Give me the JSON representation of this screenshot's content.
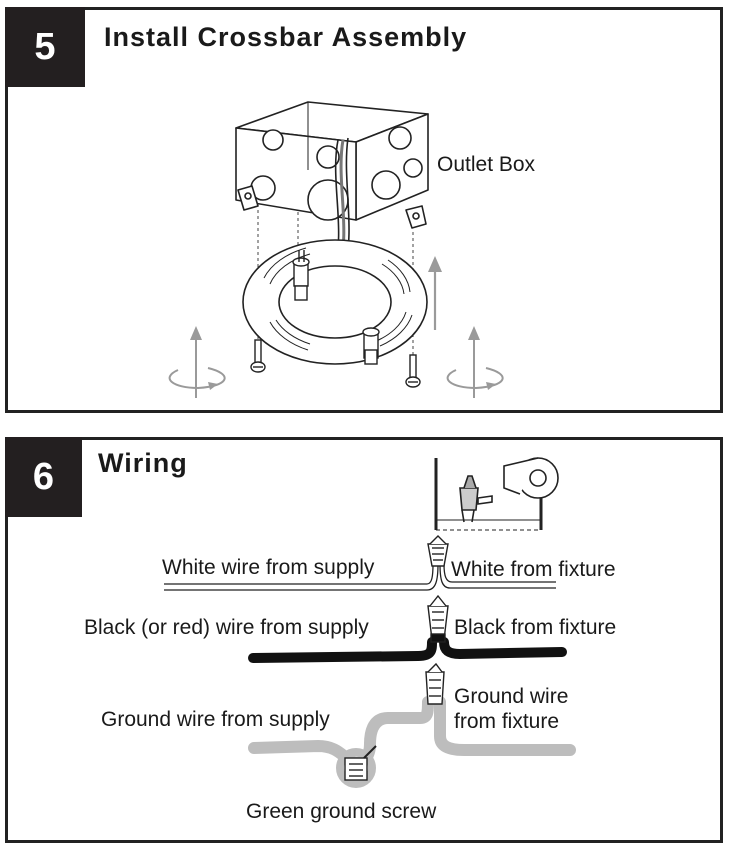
{
  "steps": [
    {
      "number": "5",
      "title": "Install Crossbar Assembly",
      "labels": {
        "outlet_box": "Outlet Box"
      }
    },
    {
      "number": "6",
      "title": "Wiring",
      "labels": {
        "white_supply": "White wire from supply",
        "white_fixture": "White from fixture",
        "black_supply": "Black (or red) wire from supply",
        "black_fixture": "Black from fixture",
        "ground_supply": "Ground wire from supply",
        "ground_fixture_line1": "Ground wire",
        "ground_fixture_line2": "from fixture",
        "green_screw": "Green ground screw"
      }
    }
  ],
  "colors": {
    "badge_bg": "#231f20",
    "ground_wire": "#bdbdbd",
    "arrow_gray": "#9a9a9a"
  }
}
